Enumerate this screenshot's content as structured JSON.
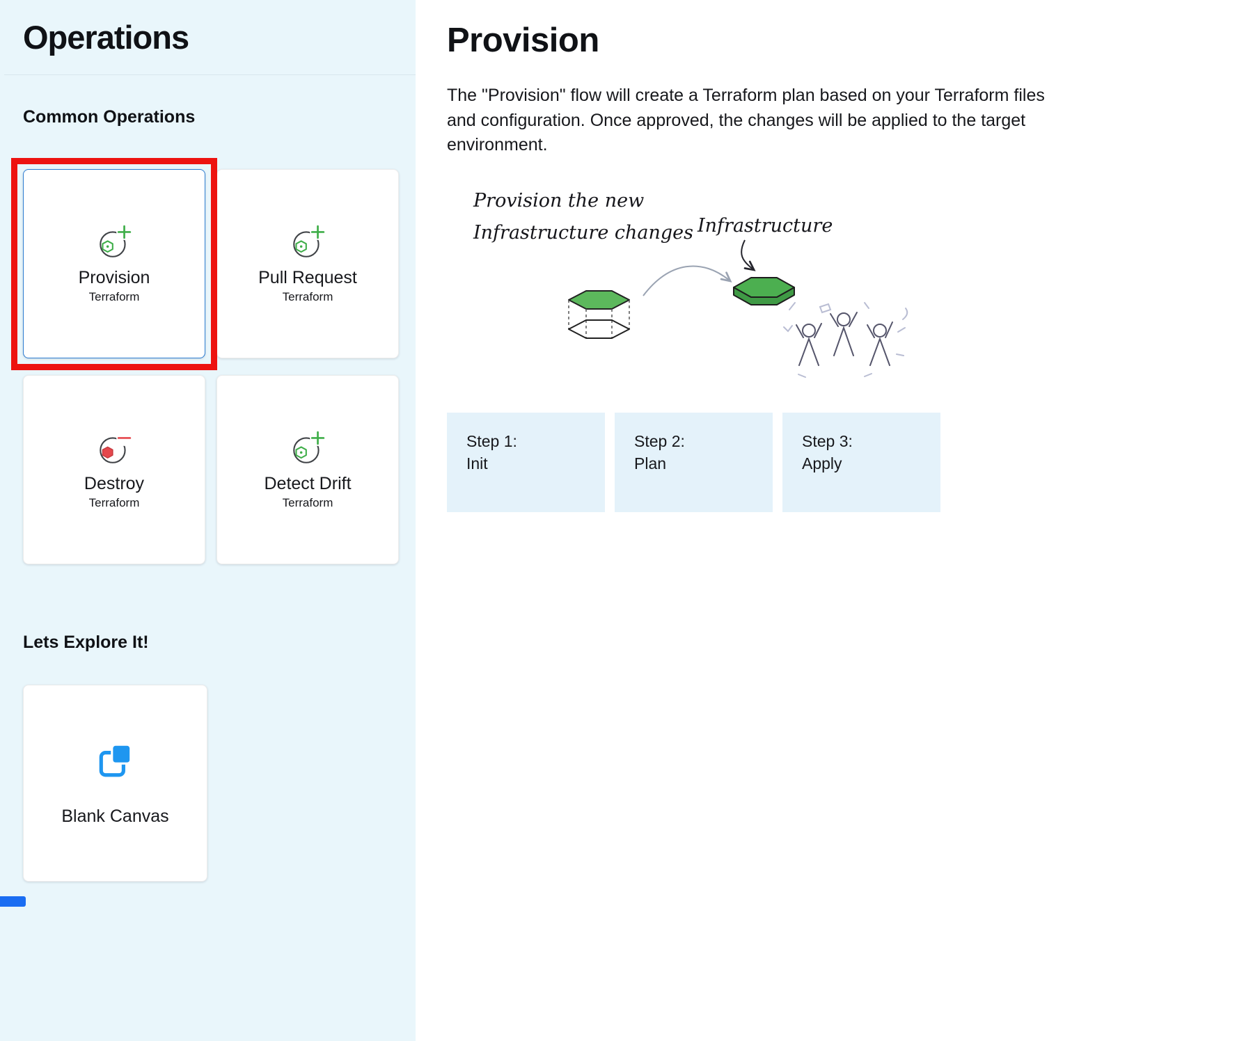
{
  "sidebar": {
    "title": "Operations",
    "common": {
      "heading": "Common Operations",
      "cards": [
        {
          "label": "Provision",
          "sublabel": "Terraform",
          "icon": "terraform-hexagon-plus-icon",
          "selected": true
        },
        {
          "label": "Pull Request",
          "sublabel": "Terraform",
          "icon": "terraform-hexagon-plus-icon",
          "selected": false
        },
        {
          "label": "Destroy",
          "sublabel": "Terraform",
          "icon": "terraform-hexagon-minus-icon",
          "selected": false
        },
        {
          "label": "Detect Drift",
          "sublabel": "Terraform",
          "icon": "terraform-hexagon-plus-icon",
          "selected": false
        }
      ]
    },
    "explore": {
      "heading": "Lets Explore It!",
      "cards": [
        {
          "label": "Blank Canvas",
          "icon": "blank-canvas-icon"
        }
      ]
    }
  },
  "main": {
    "title": "Provision",
    "description": "The \"Provision\" flow will create a Terraform plan based on your Terraform files and configuration. Once approved, the changes will be applied to the target environment.",
    "illustration": {
      "left_caption_line1": "Provision the new",
      "left_caption_line2": "Infrastructure changes",
      "right_caption": "Infrastructure"
    },
    "steps": [
      {
        "label": "Step 1:",
        "name": "Init"
      },
      {
        "label": "Step 2:",
        "name": "Plan"
      },
      {
        "label": "Step 3:",
        "name": "Apply"
      }
    ]
  },
  "colors": {
    "sidebar_bg": "#e9f6fb",
    "step_bg": "#e4f2fa",
    "annotation_red": "#ed1310",
    "selected_border_blue": "#2d7dd2",
    "icon_green": "#3fae49",
    "icon_red": "#e5484d",
    "canvas_blue": "#1e96f0",
    "hexagon_green": "#4caf50"
  }
}
